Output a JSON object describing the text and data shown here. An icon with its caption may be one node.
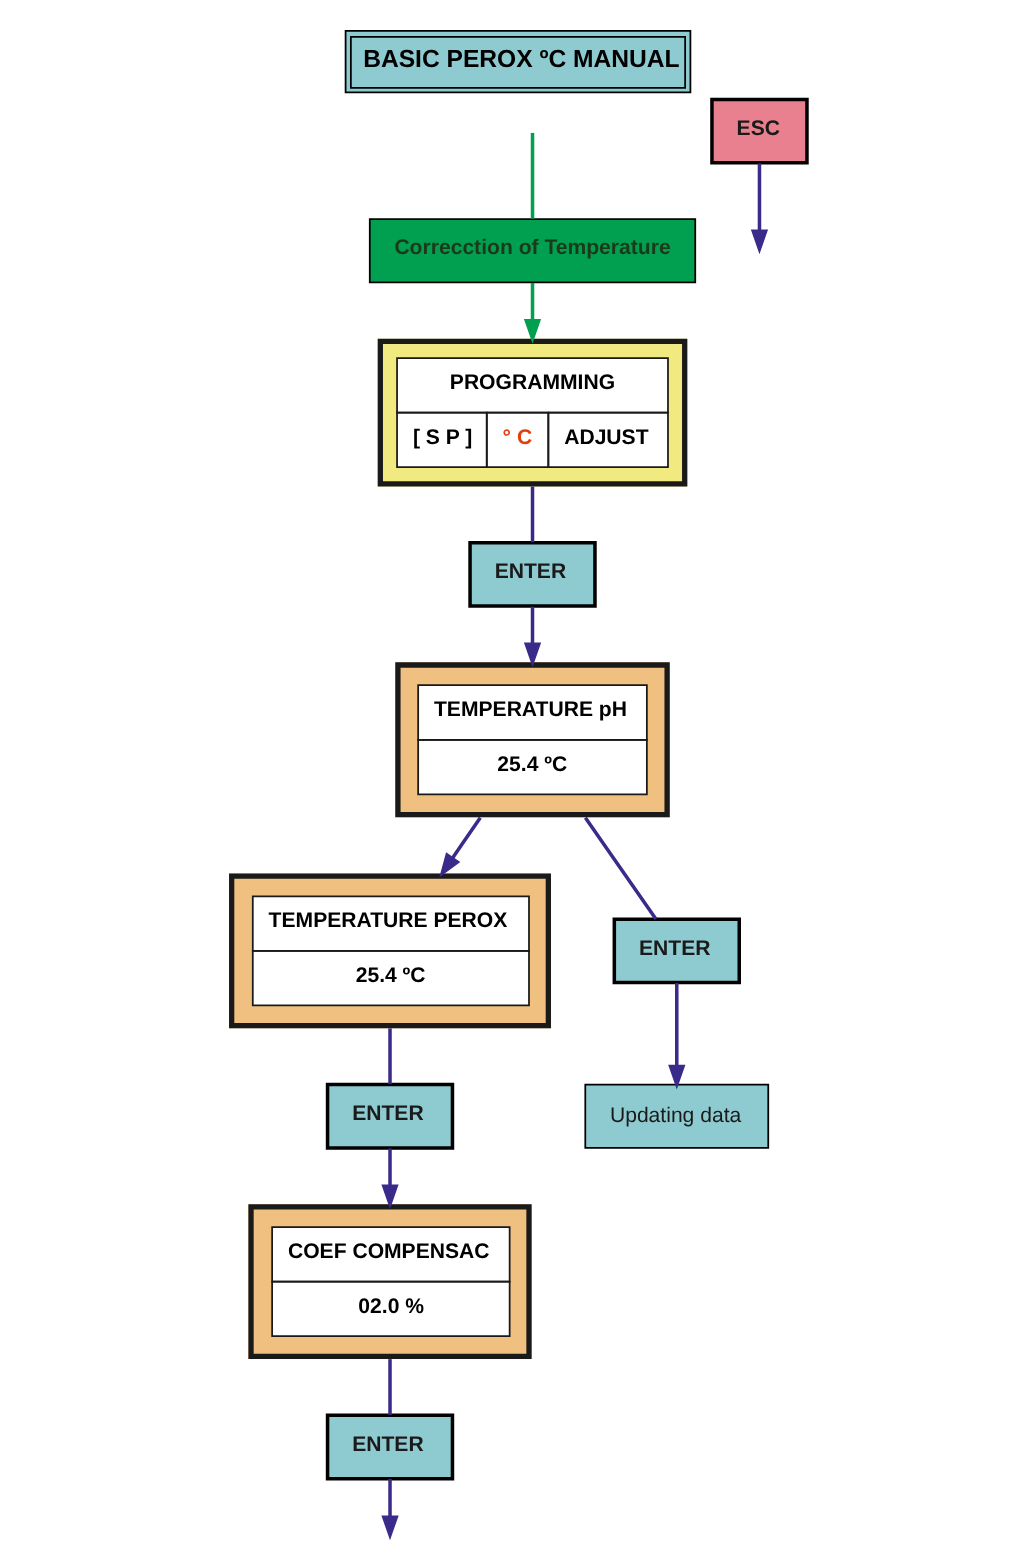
{
  "diagram": {
    "title": "BASIC PEROX ºC MANUAL",
    "nodes": [
      {
        "text": [
          "Correcction of Temperature"
        ]
      },
      {
        "text": [
          "PROGRAMMING",
          "[ S P ]",
          "° C",
          "ADJUST"
        ]
      },
      {
        "text": [
          "ENTER"
        ]
      },
      {
        "text": [
          "TEMPERATURE pH",
          "25.4 ºC"
        ]
      },
      {
        "text": [
          "TEMPERATURE PEROX",
          "25.4 ºC"
        ]
      },
      {
        "text": [
          "ENTER"
        ]
      },
      {
        "text": [
          "COEF COMPENSAC",
          "02.0 %"
        ]
      },
      {
        "text": [
          "ENTER"
        ]
      },
      {
        "text": [
          "Updating data"
        ]
      },
      {
        "text": [
          "ENTER"
        ]
      },
      {
        "text": [
          "ESC"
        ]
      }
    ],
    "edges": [
      {
        "from": null,
        "to": 0,
        "arrow": "none",
        "color": "#00a050"
      },
      {
        "from": 0,
        "to": 1,
        "arrow": "to",
        "color": "#00a050"
      },
      {
        "from": 1,
        "to": 2,
        "arrow": "none"
      },
      {
        "from": 2,
        "to": 3,
        "arrow": "to"
      },
      {
        "from": 3,
        "to": 4,
        "arrow": "to"
      },
      {
        "from": 3,
        "to": 7,
        "arrow": "none"
      },
      {
        "from": 7,
        "to": 8,
        "arrow": "to"
      },
      {
        "from": 4,
        "to": 5,
        "arrow": "none"
      },
      {
        "from": 5,
        "to": 6,
        "arrow": "to"
      },
      {
        "from": 6,
        "to": 9,
        "arrow": "none"
      },
      {
        "from": 9,
        "to": null,
        "arrow": "to"
      },
      {
        "from": 10,
        "to": null,
        "arrow": "to"
      }
    ]
  }
}
